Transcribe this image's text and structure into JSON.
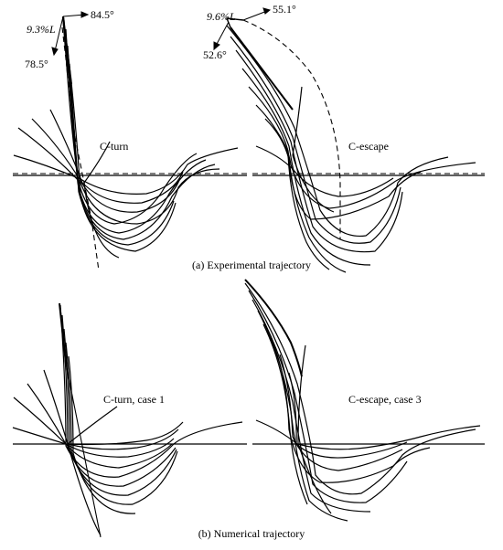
{
  "panels": {
    "exp_c_turn": {
      "label": "C-turn"
    },
    "exp_c_escape": {
      "label": "C-escape"
    },
    "num_c_turn": {
      "label": "C-turn, case 1"
    },
    "num_c_escape": {
      "label": "C-escape, case 3"
    }
  },
  "captions": {
    "experimental": "(a) Experimental trajectory",
    "numerical": "(b) Numerical trajectory"
  },
  "annotations": {
    "c_turn_length": "9.3%L",
    "c_turn_angle_top": "84.5°",
    "c_turn_angle_bottom": "78.5°",
    "c_escape_length": "9.6%L",
    "c_escape_angle_top": "55.1°",
    "c_escape_angle_bottom": "52.6°"
  }
}
